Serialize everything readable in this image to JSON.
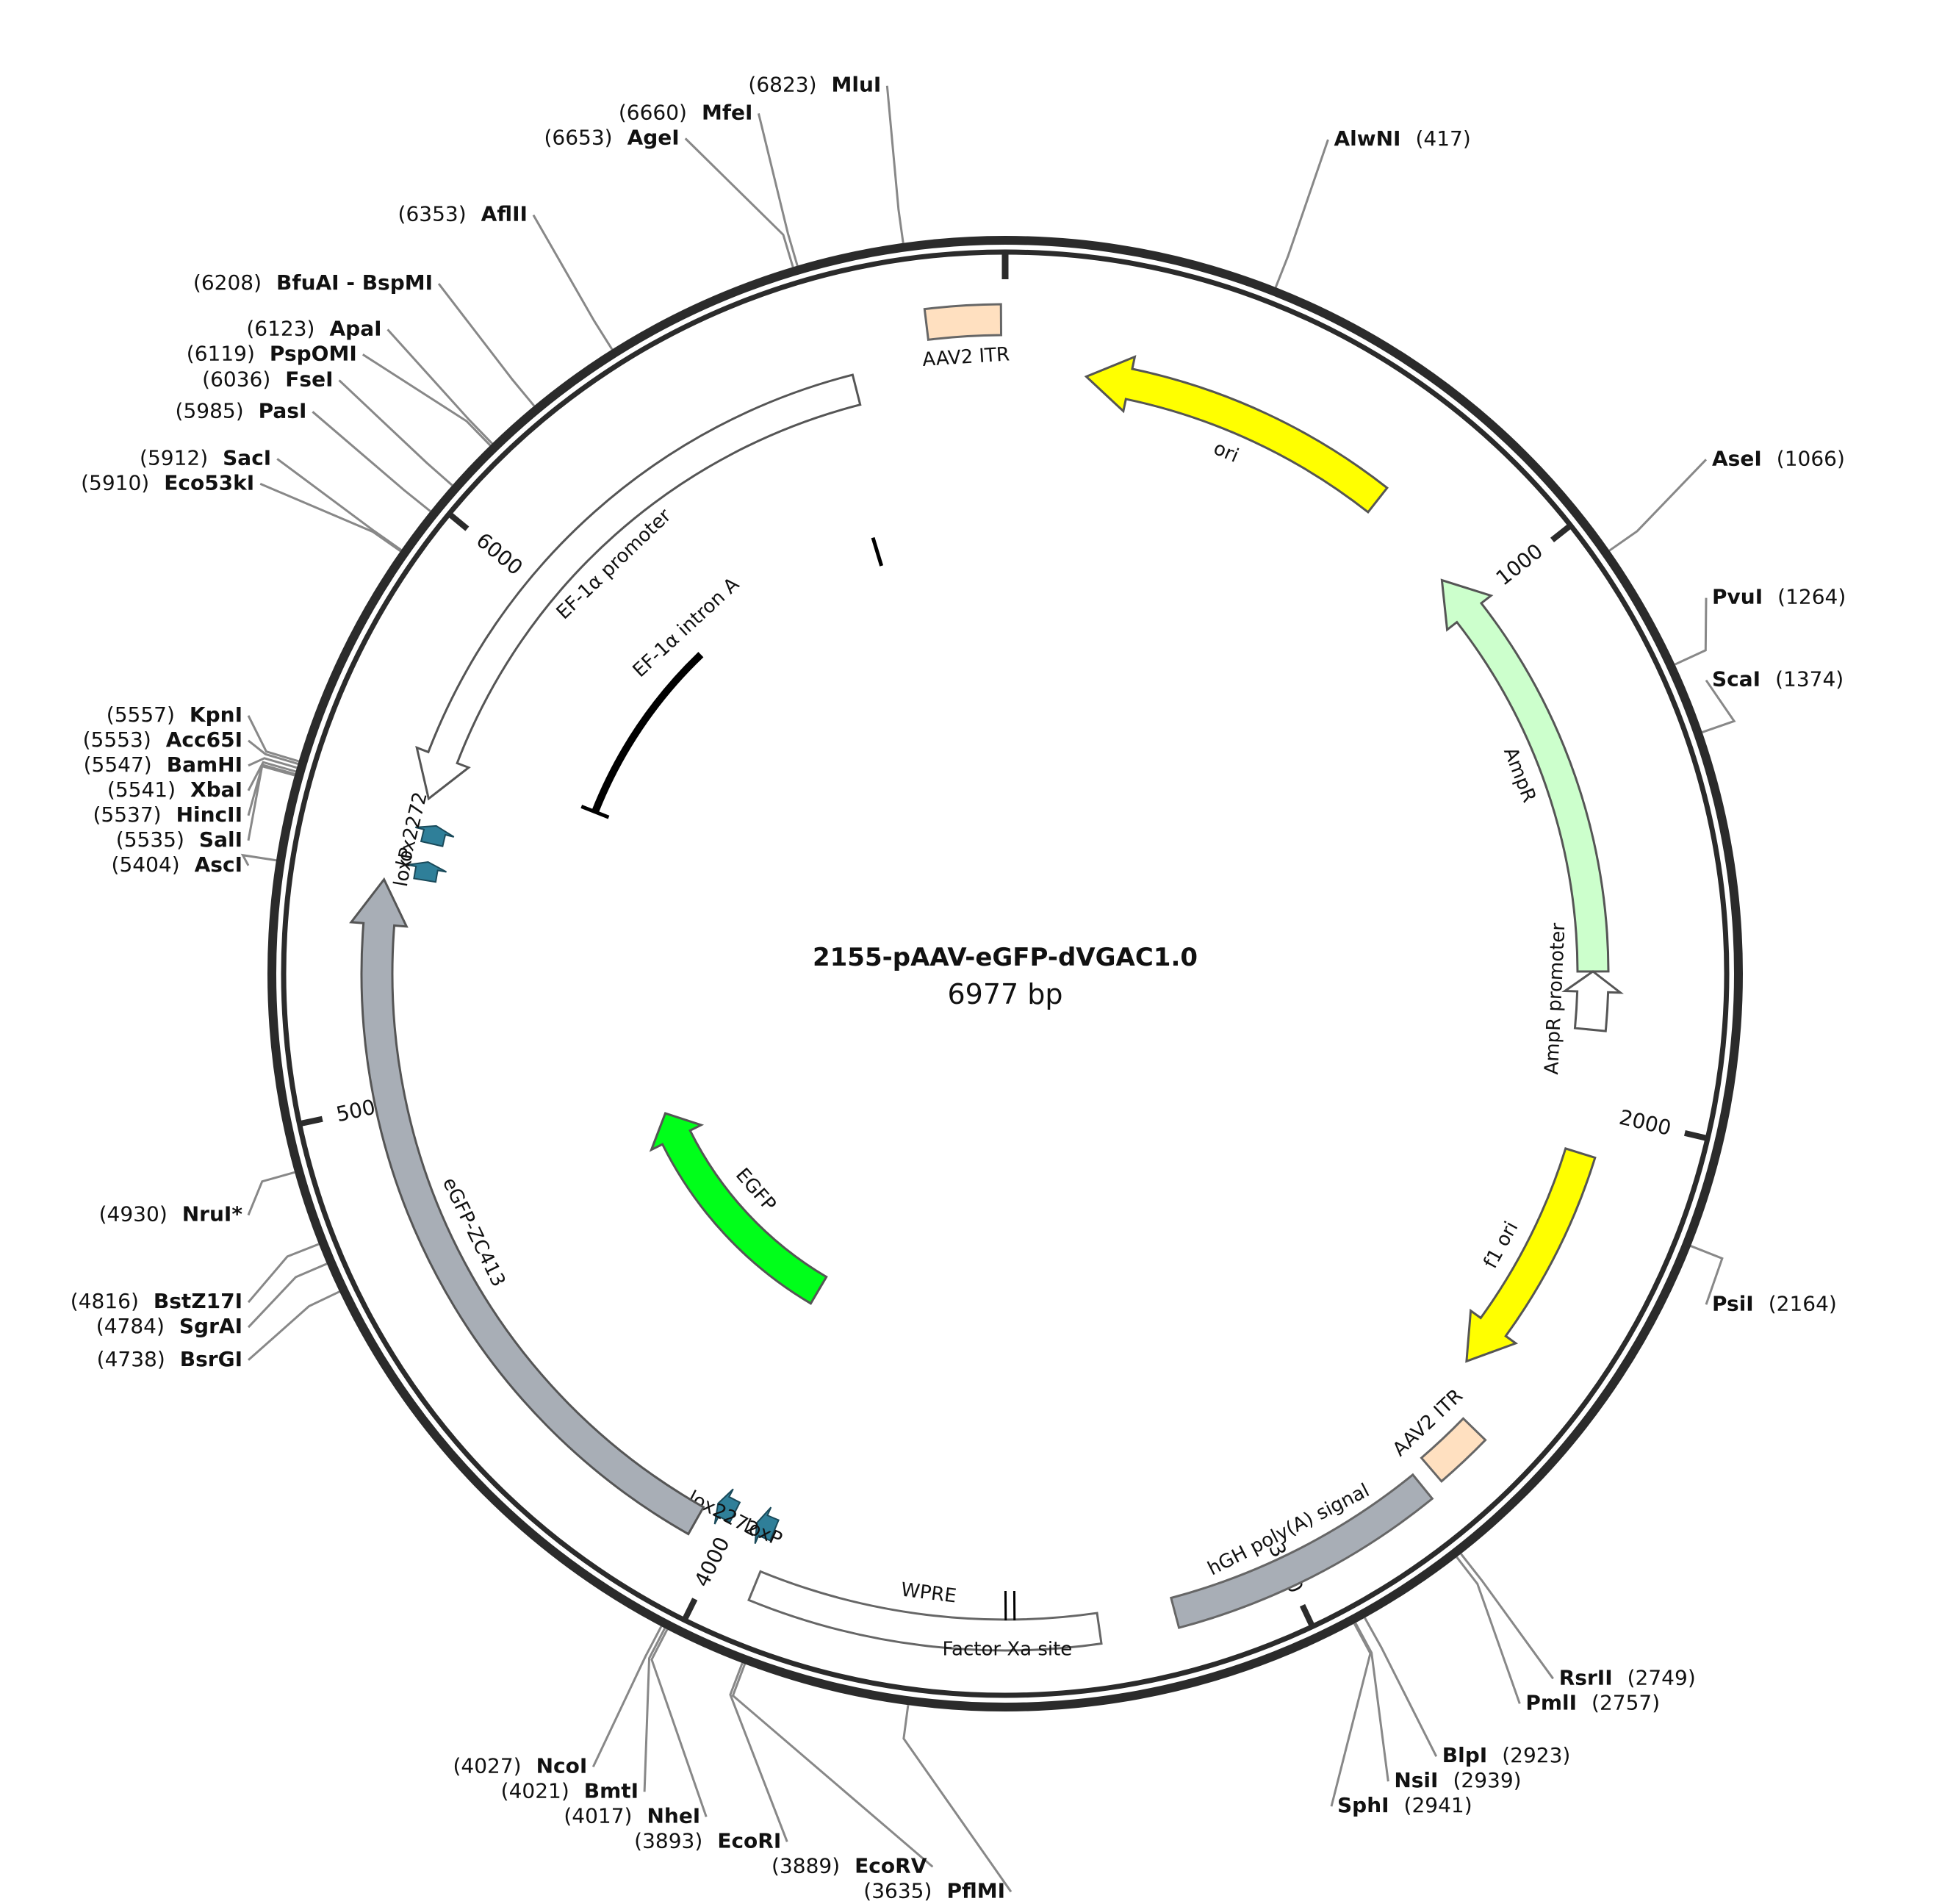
{
  "plasmid": {
    "name": "2155-pAAV-eGFP-dVGAC1.0",
    "length_label": "6977 bp",
    "total_bp": 6977
  },
  "ticks": [
    {
      "bp": 1000,
      "label": "1000"
    },
    {
      "bp": 2000,
      "label": "2000"
    },
    {
      "bp": 3000,
      "label": "3000"
    },
    {
      "bp": 4000,
      "label": "4000"
    },
    {
      "bp": 5000,
      "label": "5000"
    },
    {
      "bp": 6000,
      "label": "6000"
    }
  ],
  "colors": {
    "backbone": "#2b2b2b",
    "ori": "#ffff00",
    "ampr": "#ccffcc",
    "itr": "#ffe0c0",
    "egfp": "#00ff1a",
    "gray_feature": "#a8aeb6",
    "lox": "#2f7f99",
    "site_line": "#888888"
  },
  "sites": [
    {
      "name": "MfeI",
      "pos": "6660",
      "bp": 6660
    },
    {
      "name": "AgeI",
      "pos": "6653",
      "bp": 6653
    },
    {
      "name": "MluI",
      "pos": "6823",
      "bp": 6823
    },
    {
      "name": "AlwNI",
      "pos": "417",
      "bp": 417
    },
    {
      "name": "AflII",
      "pos": "6353",
      "bp": 6353
    },
    {
      "name": "BfuAI - BspMI",
      "pos": "6208",
      "bp": 6208
    },
    {
      "name": "ApaI",
      "pos": "6123",
      "bp": 6123
    },
    {
      "name": "PspOMI",
      "pos": "6119",
      "bp": 6119
    },
    {
      "name": "FseI",
      "pos": "6036",
      "bp": 6036
    },
    {
      "name": "PasI",
      "pos": "5985",
      "bp": 5985
    },
    {
      "name": "SacI",
      "pos": "5912",
      "bp": 5912
    },
    {
      "name": "Eco53kI",
      "pos": "5910",
      "bp": 5910
    },
    {
      "name": "AseI",
      "pos": "1066",
      "bp": 1066
    },
    {
      "name": "PvuI",
      "pos": "1264",
      "bp": 1264
    },
    {
      "name": "ScaI",
      "pos": "1374",
      "bp": 1374
    },
    {
      "name": "KpnI",
      "pos": "5557",
      "bp": 5557
    },
    {
      "name": "Acc65I",
      "pos": "5553",
      "bp": 5553
    },
    {
      "name": "BamHI",
      "pos": "5547",
      "bp": 5547
    },
    {
      "name": "XbaI",
      "pos": "5541",
      "bp": 5541
    },
    {
      "name": "HincII",
      "pos": "5537",
      "bp": 5537
    },
    {
      "name": "SalI",
      "pos": "5535",
      "bp": 5535
    },
    {
      "name": "AscI",
      "pos": "5404",
      "bp": 5404
    },
    {
      "name": "PsiI",
      "pos": "2164",
      "bp": 2164
    },
    {
      "name": "NruI*",
      "pos": "4930",
      "bp": 4930,
      "muted": true
    },
    {
      "name": "BstZ17I",
      "pos": "4816",
      "bp": 4816
    },
    {
      "name": "SgrAI",
      "pos": "4784",
      "bp": 4784
    },
    {
      "name": "BsrGI",
      "pos": "4738",
      "bp": 4738
    },
    {
      "name": "RsrII",
      "pos": "2749",
      "bp": 2749
    },
    {
      "name": "PmlI",
      "pos": "2757",
      "bp": 2757
    },
    {
      "name": "BlpI",
      "pos": "2923",
      "bp": 2923
    },
    {
      "name": "NsiI",
      "pos": "2939",
      "bp": 2939
    },
    {
      "name": "SphI",
      "pos": "2941",
      "bp": 2941
    },
    {
      "name": "NcoI",
      "pos": "4027",
      "bp": 4027
    },
    {
      "name": "BmtI",
      "pos": "4021",
      "bp": 4021
    },
    {
      "name": "NheI",
      "pos": "4017",
      "bp": 4017
    },
    {
      "name": "EcoRI",
      "pos": "3893",
      "bp": 3893
    },
    {
      "name": "EcoRV",
      "pos": "3889",
      "bp": 3889
    },
    {
      "name": "PflMI",
      "pos": "3635",
      "bp": 3635
    }
  ],
  "features": [
    {
      "name": "AAV2 ITR",
      "kind": "box",
      "color": "#ffe0c0",
      "start": 6843,
      "end": 6970
    },
    {
      "name": "ori",
      "kind": "arrow-ccw",
      "color": "#ffff00",
      "start": 150,
      "end": 740
    },
    {
      "name": "AmpR",
      "kind": "arrow-ccw",
      "color": "#ccffcc",
      "start": 930,
      "end": 1740
    },
    {
      "name": "AmpR promoter",
      "kind": "arrow-ccw",
      "color": "#ffffff",
      "start": 1740,
      "end": 1850
    },
    {
      "name": "f1 ori",
      "kind": "arrow-cw",
      "color": "#ffff00",
      "start": 2080,
      "end": 2520
    },
    {
      "name": "AAV2 ITR",
      "kind": "box",
      "color": "#ffe0c0",
      "start": 2600,
      "end": 2700
    },
    {
      "name": "hGH poly(A) signal",
      "kind": "box",
      "color": "#a8aeb6",
      "start": 2730,
      "end": 3200
    },
    {
      "name": "WPRE",
      "kind": "box",
      "color": "#ffffff",
      "start": 3330,
      "end": 3920
    },
    {
      "name": "loxP",
      "kind": "lox",
      "color": "#2f7f99",
      "start": 3925,
      "end": 3960
    },
    {
      "name": "lox2272",
      "kind": "lox",
      "color": "#2f7f99",
      "start": 4005,
      "end": 4040
    },
    {
      "name": "eGFP-ZC413",
      "kind": "arrow-cw",
      "color": "#a8aeb6",
      "start": 4060,
      "end": 5400
    },
    {
      "name": "loxP",
      "kind": "lox",
      "color": "#2f7f99",
      "start": 5410,
      "end": 5445
    },
    {
      "name": "lox2272",
      "kind": "lox",
      "color": "#2f7f99",
      "start": 5480,
      "end": 5515
    },
    {
      "name": "EF-1α promoter",
      "kind": "arrow-ccw",
      "color": "#ffffff",
      "start": 5560,
      "end": 6700
    },
    {
      "name": "EF-1α intron A",
      "kind": "span",
      "color": "#000000",
      "start": 5650,
      "end": 6650
    },
    {
      "name": "EGFP",
      "kind": "arrow-cw",
      "color": "#00ff1a",
      "start": 4080,
      "end": 4800
    },
    {
      "name": "Factor Xa site",
      "kind": "marker",
      "color": "#000000",
      "start": 3480,
      "end": 3490
    }
  ]
}
